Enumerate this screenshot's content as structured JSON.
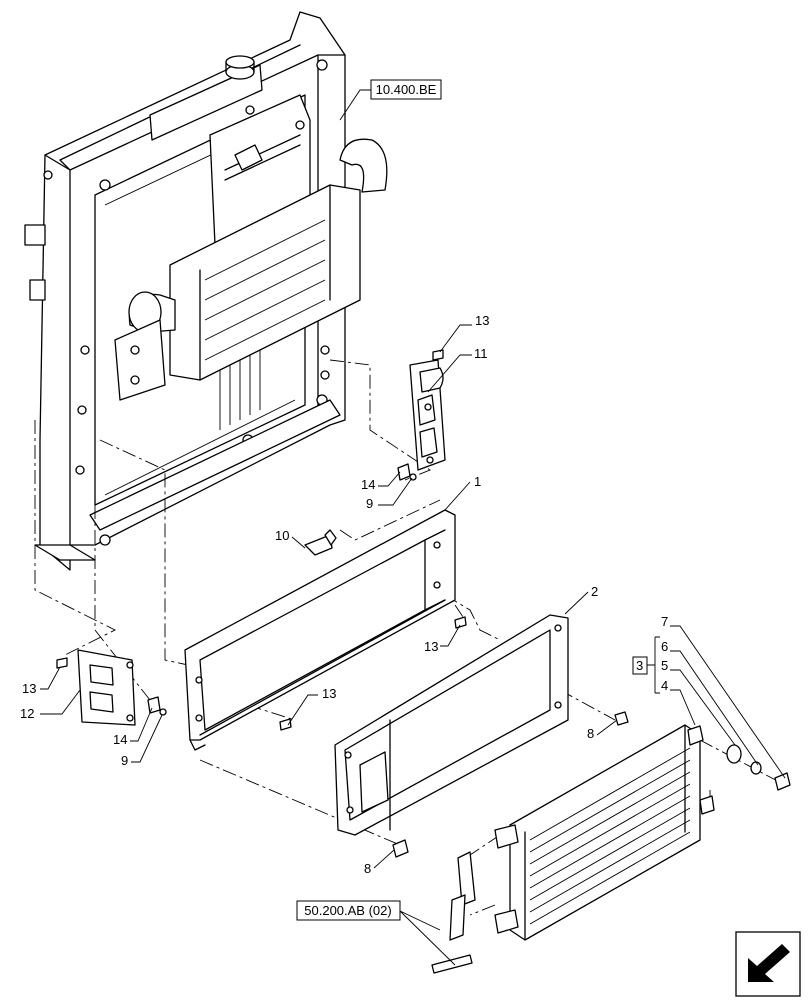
{
  "references": {
    "ref_top": "10.400.BE",
    "ref_bottom": "50.200.AB (02)"
  },
  "callouts": {
    "c1": "1",
    "c2": "2",
    "c3": "3",
    "c4": "4",
    "c5": "5",
    "c6": "6",
    "c7": "7",
    "c8a": "8",
    "c8b": "8",
    "c9a": "9",
    "c9b": "9",
    "c10": "10",
    "c11": "11",
    "c12": "12",
    "c13a": "13",
    "c13b": "13",
    "c13c": "13",
    "c13d": "13",
    "c14a": "14",
    "c14b": "14"
  },
  "icons": {
    "nav": "next-page-arrow-icon"
  }
}
